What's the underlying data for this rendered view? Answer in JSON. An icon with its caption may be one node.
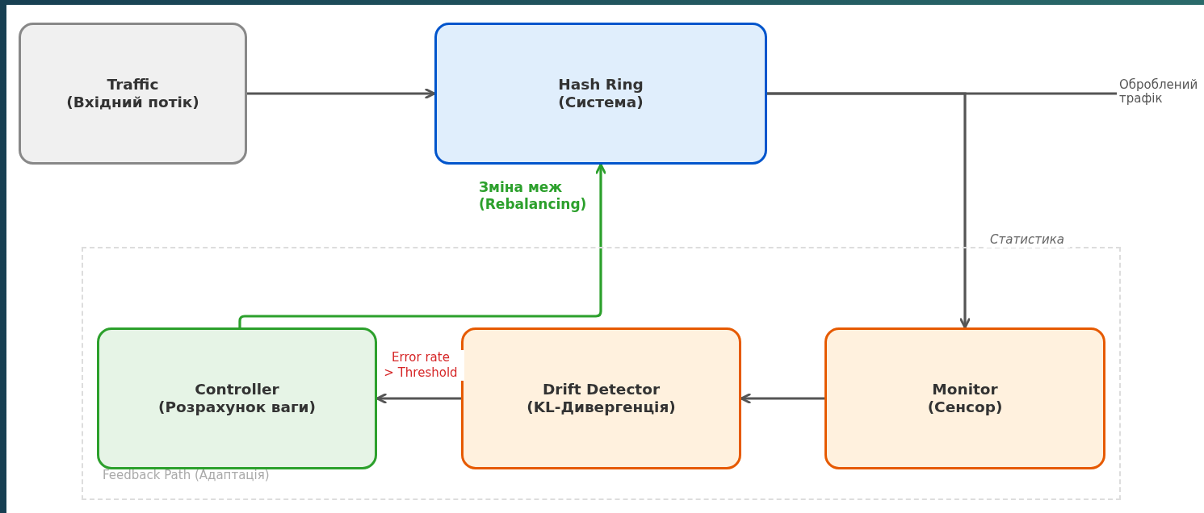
{
  "diagram": {
    "nodes": [
      {
        "text": [
          "Traffic (Вхідний потік)"
        ]
      },
      {
        "text": [
          "Hash Ring (Система)"
        ]
      },
      {
        "text": [
          "Feedback Path (Адаптація)"
        ]
      },
      {
        "text": [
          "Controller (Розрахунок ваги)"
        ],
        "in": 2
      },
      {
        "text": [
          "Drift Detector (KL-Дивергенція)"
        ],
        "in": 2
      },
      {
        "text": [
          "Monitor (Сенсор)"
        ],
        "in": 2
      },
      {
        "text": [
          "Оброблений трафік"
        ]
      }
    ],
    "edges": [
      {
        "from": 0,
        "to": 1,
        "arrow": "to"
      },
      {
        "from": 1,
        "to": 6,
        "arrow": "none"
      },
      {
        "from": 1,
        "to": 5,
        "arrow": "to",
        "label": "Статистика"
      },
      {
        "from": 5,
        "to": 4,
        "arrow": "to"
      },
      {
        "from": 4,
        "to": 3,
        "arrow": "to",
        "label": "Error rate > Threshold"
      },
      {
        "from": 3,
        "to": 1,
        "arrow": "to",
        "label": "Зміна меж (Rebalancing)",
        "color": "#2ca02c"
      }
    ]
  }
}
